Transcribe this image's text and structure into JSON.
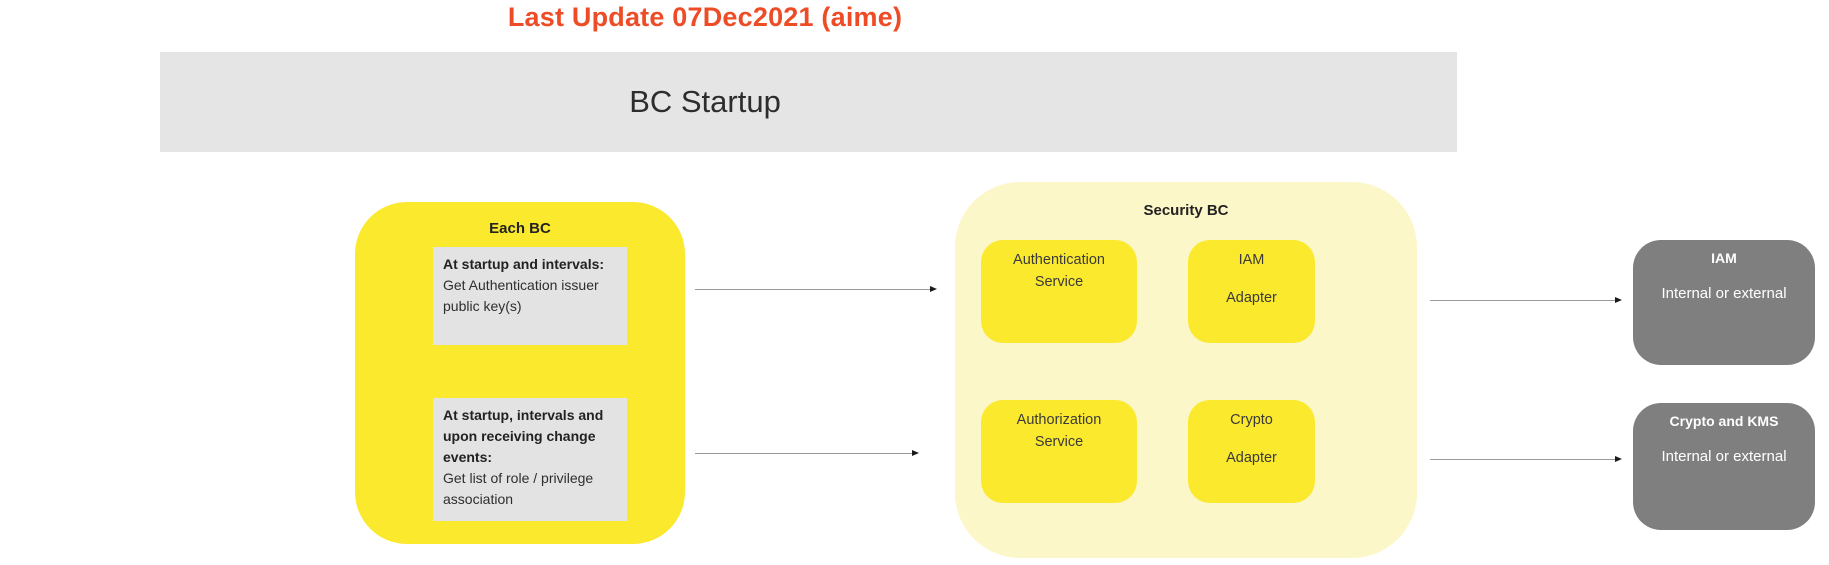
{
  "page": {
    "title": "Last Update 07Dec2021 (aime)"
  },
  "banner": {
    "label": "BC Startup"
  },
  "each_bc": {
    "label": "Each BC",
    "notes": [
      {
        "bold": "At startup and intervals:",
        "text": "Get Authentication issuer public key(s)"
      },
      {
        "bold": "At startup, intervals and upon receiving change events:",
        "text": "Get list of role / privilege association"
      }
    ]
  },
  "security_bc": {
    "label": "Security BC",
    "services": [
      {
        "line1": "Authentication",
        "line2": "Service"
      },
      {
        "line1": "IAM",
        "line2": "Adapter"
      },
      {
        "line1": "Authorization",
        "line2": "Service"
      },
      {
        "line1": "Crypto",
        "line2": "Adapter"
      }
    ]
  },
  "external": [
    {
      "title": "IAM",
      "subtitle": "Internal or external"
    },
    {
      "title": "Crypto and KMS",
      "subtitle": "Internal or external"
    }
  ],
  "colors": {
    "title_red": "#ee4c27",
    "banner_gray": "#e5e5e5",
    "bright_yellow": "#fbe92e",
    "light_yellow": "#fcf7c8",
    "note_gray": "#e3e3e3",
    "external_gray": "#7f7f7f",
    "arrow_line": "#9a9a9a"
  }
}
